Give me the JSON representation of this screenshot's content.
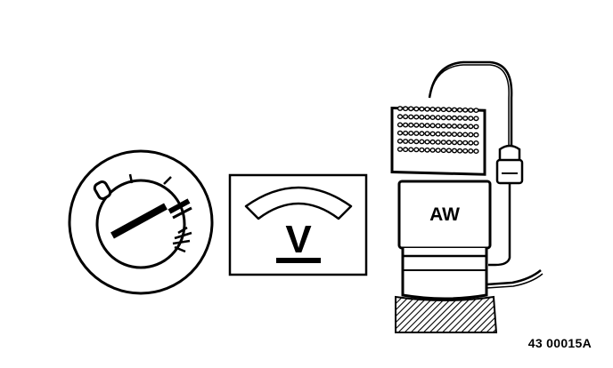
{
  "figure": {
    "reference_code": "43 00015A",
    "panels": [
      {
        "id": "ignition-switch",
        "icon": "ignition-switch-icon"
      },
      {
        "id": "voltmeter",
        "icon": "voltmeter-icon",
        "label": "V"
      },
      {
        "id": "test-lamp",
        "icon": "test-lamp-icon",
        "label": "AW"
      }
    ]
  }
}
